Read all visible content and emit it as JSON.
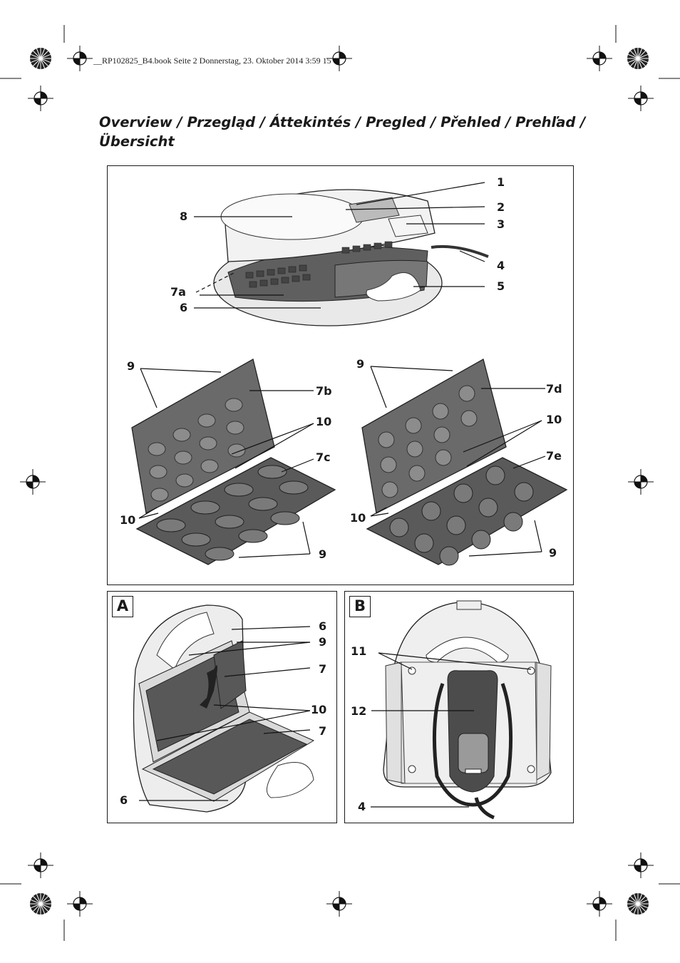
{
  "header": {
    "file_line": "__RP102825_B4.book  Seite 2  Donnerstag, 23. Oktober 2014  3:59 15"
  },
  "title": {
    "line1": "Overview / Przegląd / Áttekintés / Pregled / Přehled / Prehľad /",
    "line2": "Übersicht"
  },
  "overview": {
    "labels": {
      "n1": "1",
      "n2": "2",
      "n3": "3",
      "n4": "4",
      "n5": "5",
      "n6": "6",
      "n7a": "7a",
      "n8": "8",
      "n9_left_top": "9",
      "n7b": "7b",
      "n10_left_mid": "10",
      "n7c": "7c",
      "n10_left_bottom": "10",
      "n9_left_bottom": "9",
      "n9_right_top": "9",
      "n7d": "7d",
      "n10_right_mid": "10",
      "n7e": "7e",
      "n10_right_bottom": "10",
      "n9_right_bottom": "9"
    }
  },
  "panel_a": {
    "letter": "A",
    "labels": {
      "n6_top": "6",
      "n9": "9",
      "n7_top": "7",
      "n10": "10",
      "n7_bottom": "7",
      "n6_bottom": "6"
    }
  },
  "panel_b": {
    "letter": "B",
    "labels": {
      "n11": "11",
      "n12": "12",
      "n4": "4"
    }
  },
  "colors": {
    "ink": "#1a1a1a",
    "plate_dark": "#5a5a5a",
    "plate_mid": "#8a8a8a",
    "body_light": "#e6e6e6"
  }
}
